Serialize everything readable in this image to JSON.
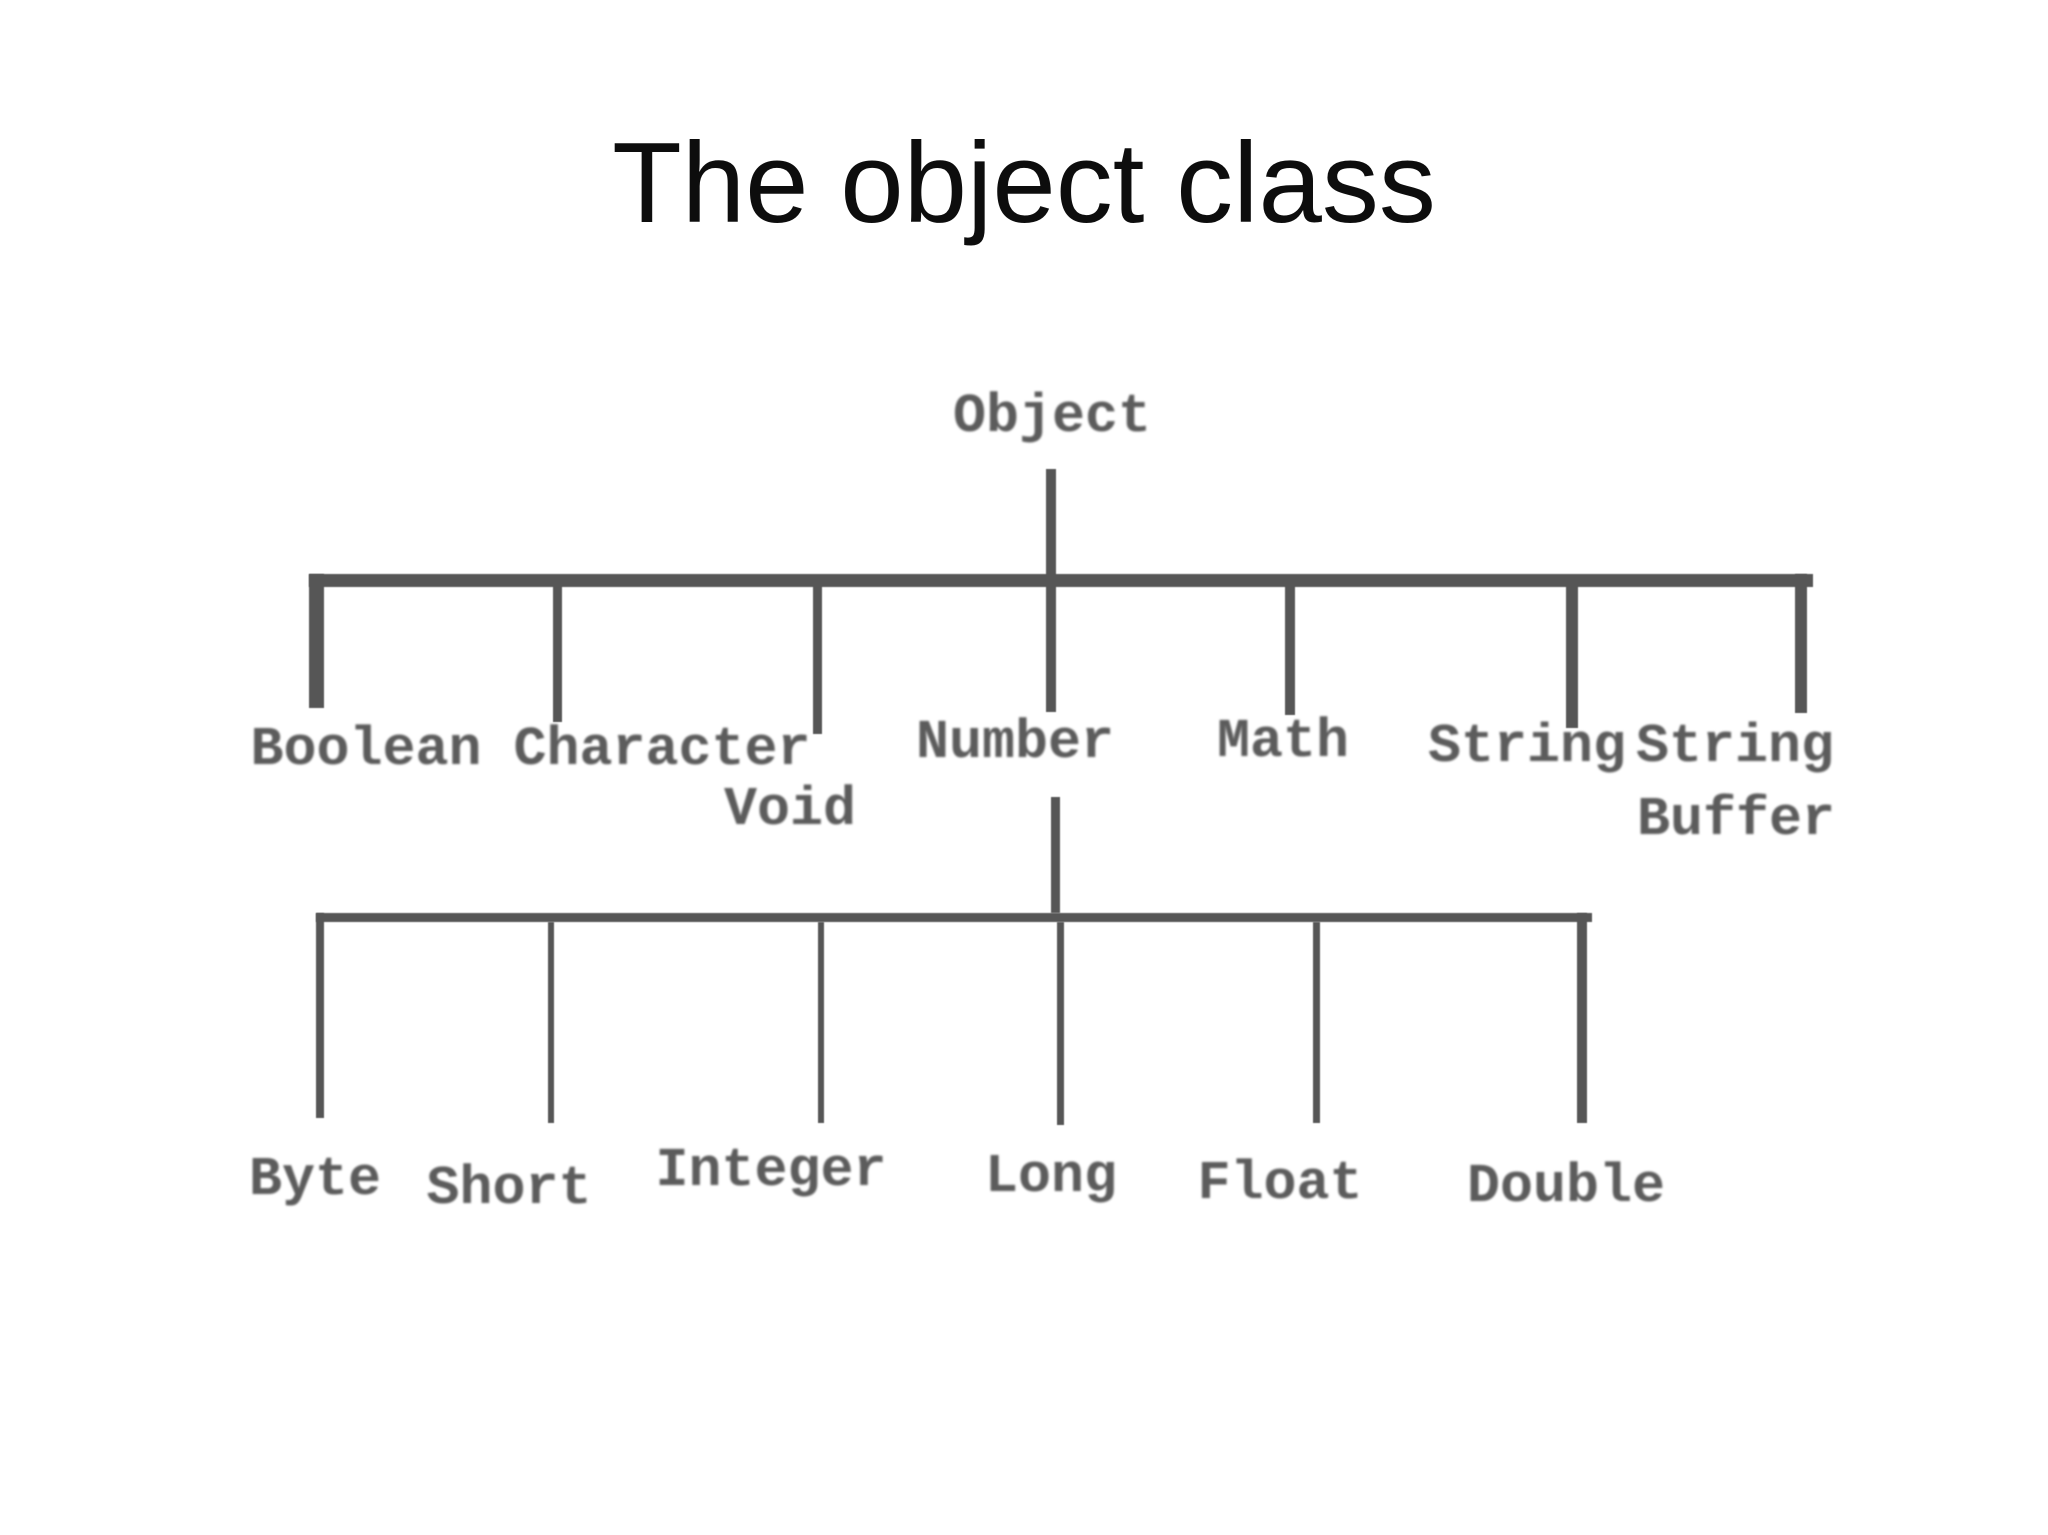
{
  "title": "The object class",
  "colors": {
    "background": "#ffffff",
    "title_text": "#0d0d0d",
    "connector_line": "#565656",
    "label_text": "#5c5c5c"
  },
  "nodes": {
    "object": "Object",
    "boolean": "Boolean",
    "character": "Character",
    "void": "Void",
    "number": "Number",
    "math": "Math",
    "string": "String",
    "stringbuffer_line1": "String",
    "stringbuffer_line2": "Buffer",
    "byte": "Byte",
    "short": "Short",
    "integer": "Integer",
    "long": "Long",
    "float": "Float",
    "double": "Double"
  },
  "hierarchy": {
    "Object": [
      "Boolean",
      "Character",
      "Void",
      "Number",
      "Math",
      "String",
      "StringBuffer"
    ],
    "Number": [
      "Byte",
      "Short",
      "Integer",
      "Long",
      "Float",
      "Double"
    ]
  }
}
